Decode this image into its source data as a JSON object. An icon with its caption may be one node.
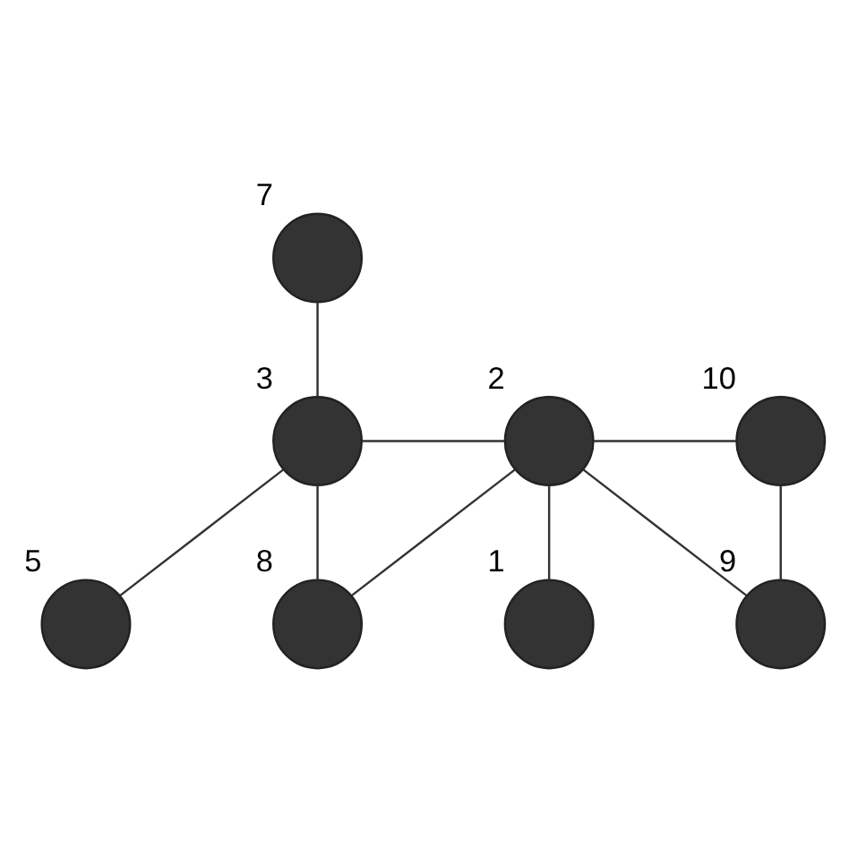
{
  "diagram": {
    "nodes": [
      {
        "text": [],
        "shape": "circle",
        "beside": [
          "7"
        ]
      },
      {
        "text": [],
        "shape": "circle",
        "beside": [
          "8"
        ]
      },
      {
        "text": [],
        "shape": "circle",
        "beside": [
          "9"
        ]
      },
      {
        "text": [],
        "shape": "circle",
        "beside": [
          "3"
        ]
      },
      {
        "text": [],
        "shape": "circle",
        "beside": [
          "2"
        ]
      },
      {
        "text": [],
        "shape": "circle",
        "beside": [
          "10"
        ]
      },
      {
        "text": [],
        "shape": "circle",
        "beside": [
          "5"
        ]
      },
      {
        "text": [],
        "shape": "circle",
        "beside": [
          "1"
        ]
      }
    ],
    "edges": [
      {
        "from": 0,
        "to": 3,
        "arrow": "none"
      },
      {
        "from": 3,
        "to": 1,
        "arrow": "none"
      },
      {
        "from": 1,
        "to": 4,
        "arrow": "none"
      },
      {
        "from": 3,
        "to": 4,
        "arrow": "none"
      },
      {
        "from": 4,
        "to": 2,
        "arrow": "none"
      },
      {
        "from": 2,
        "to": 5,
        "arrow": "none"
      },
      {
        "from": 4,
        "to": 5,
        "arrow": "none"
      },
      {
        "from": 4,
        "to": 7,
        "arrow": "none"
      },
      {
        "from": 3,
        "to": 6,
        "arrow": "none"
      }
    ]
  }
}
